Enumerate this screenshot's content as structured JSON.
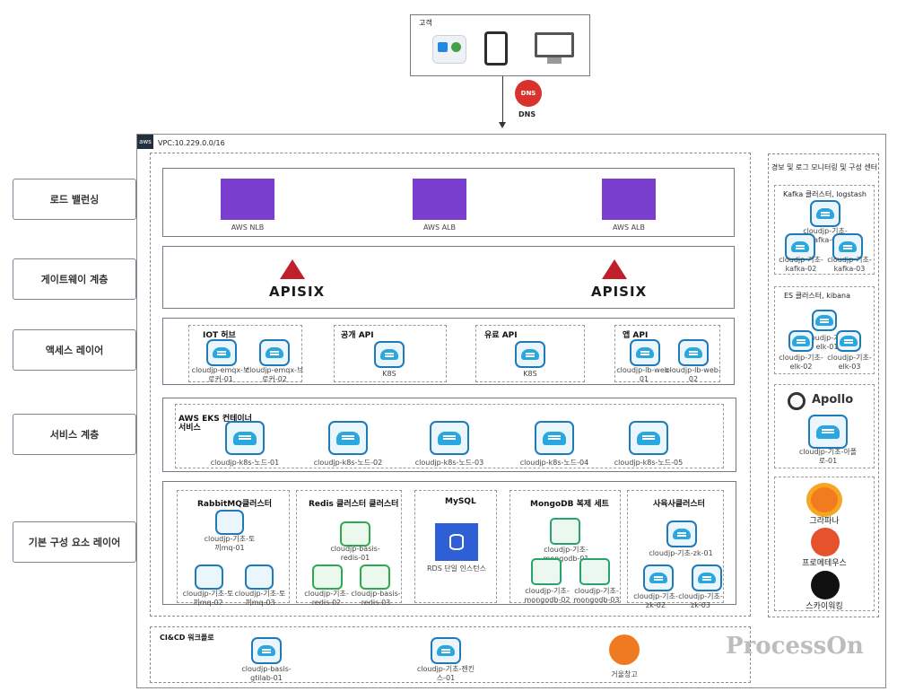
{
  "client": {
    "title": "고객"
  },
  "dns": {
    "label": "DNS",
    "badge": "DNS"
  },
  "vpc": {
    "label": "VPC:10.229.0.0/16",
    "aws": "aws"
  },
  "layers": [
    "로드 밸런싱",
    "게이트웨이 계층",
    "액세스 레이어",
    "서비스 계층",
    "기본 구성 요소 레이어"
  ],
  "lb": [
    "AWS NLB",
    "AWS ALB",
    "AWS ALB"
  ],
  "gateway": [
    "APISIX",
    "APISIX"
  ],
  "access": {
    "iot": {
      "title": "IOT 허브",
      "items": [
        "cloudjp-emqx-브로커-01",
        "cloudjp-emqx-브로커-02"
      ]
    },
    "public_api": {
      "title": "공개 API",
      "item": "K8S"
    },
    "paid_api": {
      "title": "유료 API",
      "item": "K8S"
    },
    "app_api": {
      "title": "앱 API",
      "items": [
        "cloudjp-lb-web-01",
        "cloudjp-lb-web-02"
      ]
    }
  },
  "service": {
    "title": "AWS EKS 컨테이너 서비스",
    "nodes": [
      "cloudjp-k8s-노드-01",
      "cloudjp-k8s-노드-02",
      "cloudjp-k8s-노드-03",
      "cloudjp-k8s-노드-04",
      "cloudjp-k8s-노드-05"
    ]
  },
  "base": {
    "rabbit": {
      "title": "RabbitMQ클러스터",
      "items": [
        "cloudjp-기초-토끼mq-01",
        "cloudjp-기초-토끼mq-02",
        "cloudjp-기초-토끼mq-03"
      ]
    },
    "redis": {
      "title": "Redis 클러스터 클러스터",
      "items": [
        "cloudjp-basis-redis-01",
        "cloudjp-기초-redis-02",
        "cloudjp-basis-redis-03"
      ]
    },
    "mysql": {
      "title": "MySQL",
      "item": "RDS 단일 인스턴스"
    },
    "mongo": {
      "title": "MongoDB 복제 세트",
      "items": [
        "cloudjp-기초-mongodb-01",
        "cloudjp-기초-mongodb-02",
        "cloudjp-기초-mongodb-03"
      ]
    },
    "zk": {
      "title": "사육사클러스터",
      "items": [
        "cloudjp-기초-zk-01",
        "cloudjp-기초-zk-02",
        "cloudjp-기초-zk-03"
      ]
    }
  },
  "cicd": {
    "title": "CI&CD 워크플로",
    "items": [
      "cloudjp-basis-gtilab-01",
      "cloudjp-기초-젠킨스-01",
      "거울창고"
    ]
  },
  "monitor": {
    "title": "경보 및 로그 모니터링 및 구성 센터",
    "kafka": {
      "title": "Kafka 클러스터, logstash",
      "items": [
        "cloudjp-기초-kafka-01",
        "cloudjp-기초-kafka-02",
        "cloudjp-기초-kafka-03"
      ]
    },
    "es": {
      "title": "ES 클러스터, kibana",
      "items": [
        "cloudjp-기초-elk-01",
        "cloudjp-기초-elk-02",
        "cloudjp-기초-elk-03"
      ]
    },
    "apollo": {
      "title": "Apollo",
      "item": "cloudjp-기초-아폴로-01"
    },
    "tools": [
      "그라파나",
      "프로메테우스",
      "스카이워킹"
    ]
  },
  "watermark": "ProcessOn"
}
